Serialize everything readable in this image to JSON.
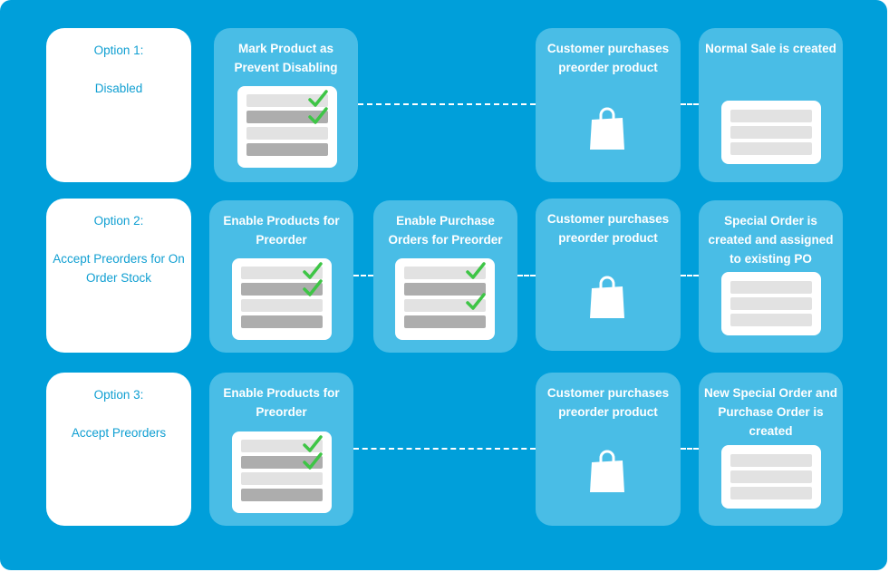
{
  "colors": {
    "background": "#009fda",
    "step_box": "#49bde6",
    "label_text": "#109fd2",
    "check": "#3ec546",
    "bar_light": "#e2e2e2",
    "bar_dark": "#adadad"
  },
  "icons": [
    "check-icon",
    "shopping-bag-icon"
  ],
  "rows": [
    {
      "option_title": "Option 1:",
      "option_name": "Disabled",
      "steps": [
        "Mark Product as Prevent Disabling",
        "Customer purchases preorder product",
        "Normal Sale is created"
      ]
    },
    {
      "option_title": "Option 2:",
      "option_name": "Accept Preorders for On Order Stock",
      "steps": [
        "Enable Products for Preorder",
        "Enable Purchase Orders for Preorder",
        "Customer purchases preorder product",
        "Special Order is created and assigned to existing PO"
      ]
    },
    {
      "option_title": "Option 3:",
      "option_name": "Accept Preorders",
      "steps": [
        "Enable Products for Preorder",
        "Customer purchases preorder product",
        "New Special Order and Purchase Order is created"
      ]
    }
  ]
}
